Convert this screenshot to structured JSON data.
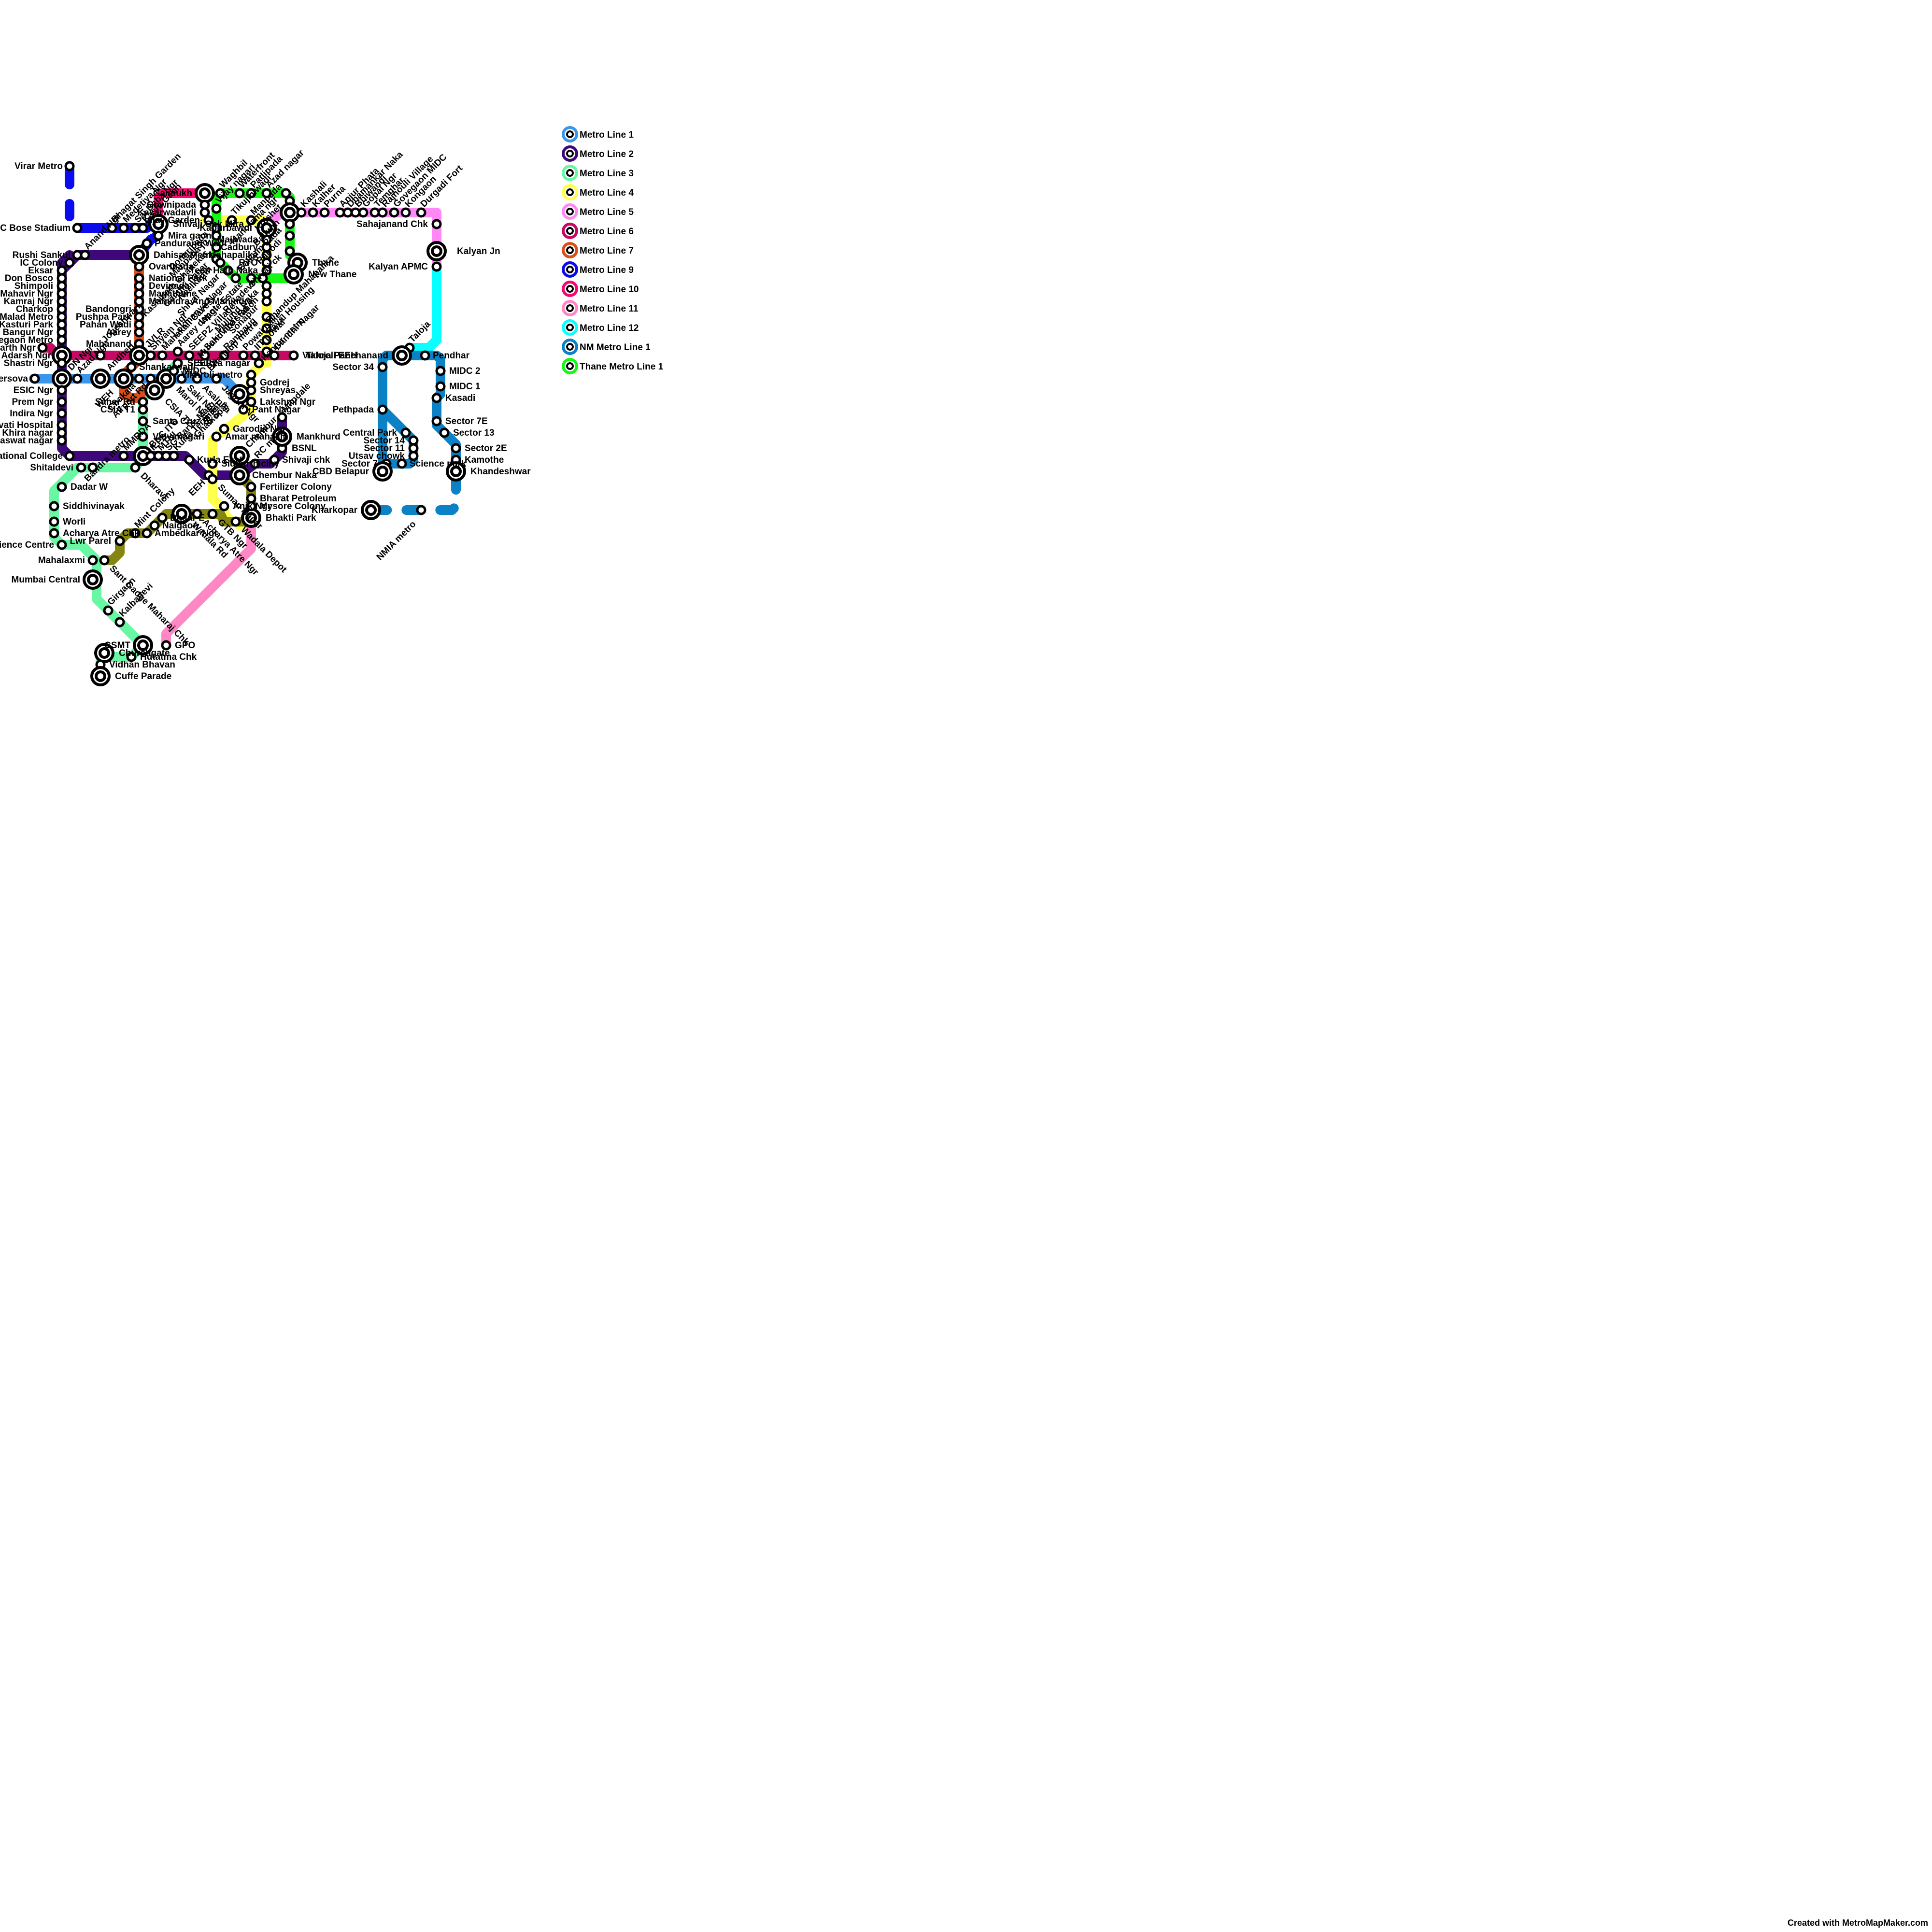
{
  "credit": "Created with MetroMapMaker.com",
  "lines": [
    {
      "id": "l1",
      "name": "Metro Line 1",
      "color": "#3b95ea"
    },
    {
      "id": "l2",
      "name": "Metro Line 2",
      "color": "#3e087a"
    },
    {
      "id": "l3",
      "name": "Metro Line 3",
      "color": "#69f7a4"
    },
    {
      "id": "l4",
      "name": "Metro Line 4",
      "color": "#ffff4d"
    },
    {
      "id": "l5",
      "name": "Metro Line 5",
      "color": "#ff87f6"
    },
    {
      "id": "l6",
      "name": "Metro Line 6",
      "color": "#c70865"
    },
    {
      "id": "l7",
      "name": "Metro Line 7",
      "color": "#d9501a"
    },
    {
      "id": "l9",
      "name": "Metro Line 9",
      "color": "#0b0bf0"
    },
    {
      "id": "l10",
      "name": "Metro Line 10",
      "color": "#f70871"
    },
    {
      "id": "l11",
      "name": "Metro Line 11",
      "color": "#ff87c5"
    },
    {
      "id": "l12",
      "name": "Metro Line 12",
      "color": "#08ffff"
    },
    {
      "id": "nm1",
      "name": "NM Metro Line 1",
      "color": "#0b82c6"
    },
    {
      "id": "tm1",
      "name": "Thane Metro Line 1",
      "color": "#16f716"
    },
    {
      "id": "mono",
      "name": "",
      "color": "#858512"
    }
  ],
  "stations": [
    {
      "name": "Virar Metro"
    },
    {
      "name": "Subhash C Bose Stadium"
    },
    {
      "name": "Bhagat Singh Garden"
    },
    {
      "name": "Medetiya Ngr"
    },
    {
      "name": "Sai Baba Ngr"
    },
    {
      "name": "Kashi Gaon"
    },
    {
      "name": "Shivaji Chk Mira"
    },
    {
      "name": "Mira gaon"
    },
    {
      "name": "Pandurang Wadi"
    },
    {
      "name": "Dahisar Metro"
    },
    {
      "name": "Rushi Sankul"
    },
    {
      "name": "Anand Ngr"
    },
    {
      "name": "IC Colony"
    },
    {
      "name": "Eksar"
    },
    {
      "name": "Don Bosco"
    },
    {
      "name": "Shimpoli"
    },
    {
      "name": "Mahavir Ngr"
    },
    {
      "name": "Kamraj Ngr"
    },
    {
      "name": "Charkop"
    },
    {
      "name": "Malad Metro"
    },
    {
      "name": "Kasturi Park"
    },
    {
      "name": "Bangur Ngr"
    },
    {
      "name": "Goregaon Metro"
    },
    {
      "name": "Swami Samarth Ngr"
    },
    {
      "name": "Adarsh Ngr"
    },
    {
      "name": "Shastri Ngr"
    },
    {
      "name": "DN Ngr"
    },
    {
      "name": "Versova"
    },
    {
      "name": "Azad Ngr"
    },
    {
      "name": "Andheri"
    },
    {
      "name": "ESIC Ngr"
    },
    {
      "name": "Prem Ngr"
    },
    {
      "name": "Indira Ngr"
    },
    {
      "name": "Nanavati Hospital"
    },
    {
      "name": "Khira nagar"
    },
    {
      "name": "Saraswat nagar"
    },
    {
      "name": "National College"
    },
    {
      "name": "Ovaripada"
    },
    {
      "name": "National Park"
    },
    {
      "name": "Devipada"
    },
    {
      "name": "Magathane"
    },
    {
      "name": "Mahindra And Mahindra"
    },
    {
      "name": "Bandongri"
    },
    {
      "name": "Pushpa Park"
    },
    {
      "name": "Pahan Wadi"
    },
    {
      "name": "Aarey"
    },
    {
      "name": "Mahanand"
    },
    {
      "name": "Jogeshwari"
    },
    {
      "name": "JVLR"
    },
    {
      "name": "Shyam Ngr"
    },
    {
      "name": "Mahakali Caves"
    },
    {
      "name": "Aarey depot"
    },
    {
      "name": "SEEPZ Village"
    },
    {
      "name": "Saki Vihar Rd"
    },
    {
      "name": "Rambaug"
    },
    {
      "name": "Powai Lake"
    },
    {
      "name": "IIT powai"
    },
    {
      "name": "Gandhi Nagar"
    },
    {
      "name": "Vikhroli EEH"
    },
    {
      "name": "Shankarwadi"
    },
    {
      "name": "WEH"
    },
    {
      "name": "Chakala"
    },
    {
      "name": "Airport Rd"
    },
    {
      "name": "Marol Naka"
    },
    {
      "name": "Saki Naka"
    },
    {
      "name": "Asalpha"
    },
    {
      "name": "Jagruti Ngr"
    },
    {
      "name": "Ghatkopar"
    },
    {
      "name": "SEEPZ"
    },
    {
      "name": "MIDC"
    },
    {
      "name": "CSIA T2"
    },
    {
      "name": "Sahar Rd"
    },
    {
      "name": "CSIA T1"
    },
    {
      "name": "Santa Cruz E"
    },
    {
      "name": "Vidyanagari"
    },
    {
      "name": "BKC ITO"
    },
    {
      "name": "MMRDA"
    },
    {
      "name": "ILFS"
    },
    {
      "name": "MTNL"
    },
    {
      "name": "SG Barve Marg"
    },
    {
      "name": "Kurla Terminal"
    },
    {
      "name": "Kurla East"
    },
    {
      "name": "EEH"
    },
    {
      "name": "Chembur"
    },
    {
      "name": "Chembur Naka"
    },
    {
      "name": "RC marg"
    },
    {
      "name": "Shivaji chk"
    },
    {
      "name": "BSNL"
    },
    {
      "name": "Mankhurd"
    },
    {
      "name": "Mandale"
    },
    {
      "name": "Shitaldevi"
    },
    {
      "name": "Bandra metro"
    },
    {
      "name": "Dharavi"
    },
    {
      "name": "Dadar W"
    },
    {
      "name": "Siddhivinayak"
    },
    {
      "name": "Worli"
    },
    {
      "name": "Acharya Atre Chk"
    },
    {
      "name": "Science Centre"
    },
    {
      "name": "Mahalaxmi"
    },
    {
      "name": "Mumbai Central"
    },
    {
      "name": "Girgaon"
    },
    {
      "name": "Kalbadevi"
    },
    {
      "name": "CSMT"
    },
    {
      "name": "GPO"
    },
    {
      "name": "Churchgate"
    },
    {
      "name": "Hutatma Chk"
    },
    {
      "name": "Vidhan Bhavan"
    },
    {
      "name": "Cuffe Parade"
    },
    {
      "name": "Gaimukh"
    },
    {
      "name": "Gownipada"
    },
    {
      "name": "Kasarwadavli"
    },
    {
      "name": "Vijay Garden"
    },
    {
      "name": "Tikujiniwadi"
    },
    {
      "name": "Manpada"
    },
    {
      "name": "Kapurbawdi"
    },
    {
      "name": "Majiwada"
    },
    {
      "name": "Cadbury"
    },
    {
      "name": "Mahapalika"
    },
    {
      "name": "RTO"
    },
    {
      "name": "Teen Hath Naka"
    },
    {
      "name": "Railadevi"
    },
    {
      "name": "Mulund Naka"
    },
    {
      "name": "Mulund fire station"
    },
    {
      "name": "Sonapur"
    },
    {
      "name": "Bhandup metro"
    },
    {
      "name": "Bhandup Mahapalika"
    },
    {
      "name": "Naval Housing"
    },
    {
      "name": "Kanjur metro"
    },
    {
      "name": "Surya nagar"
    },
    {
      "name": "Vikhroli metro"
    },
    {
      "name": "Godrej"
    },
    {
      "name": "Shreyas"
    },
    {
      "name": "Lakshmi Ngr"
    },
    {
      "name": "Pant Nagar"
    },
    {
      "name": "Garodia Ngr"
    },
    {
      "name": "Amar mahal jn"
    },
    {
      "name": "Sidharth clny"
    },
    {
      "name": "Suman Nagar"
    },
    {
      "name": "Anik Ngr"
    },
    {
      "name": "Wadala Depot"
    },
    {
      "name": "Bhakti Park"
    },
    {
      "name": "Mysore Colony"
    },
    {
      "name": "Bharat Petroleum"
    },
    {
      "name": "Fertilizer Colony"
    },
    {
      "name": "GTB Ngr"
    },
    {
      "name": "Acharya Atre Ngr"
    },
    {
      "name": "Wadala Rd"
    },
    {
      "name": "Dadar E"
    },
    {
      "name": "Naigaon"
    },
    {
      "name": "Ambedkar Ngr"
    },
    {
      "name": "Mint Colony"
    },
    {
      "name": "Lwr Parel"
    },
    {
      "name": "Sant Gadge Maharaj Chk"
    },
    {
      "name": "Waghbil"
    },
    {
      "name": "Vijay nagari"
    },
    {
      "name": "Waterfront"
    },
    {
      "name": "Patlipada"
    },
    {
      "name": "Azad nagar"
    },
    {
      "name": "Manorama ngr"
    },
    {
      "name": "Kolshet"
    },
    {
      "name": "Balkum"
    },
    {
      "name": "Balkum Pada"
    },
    {
      "name": "Rabodi"
    },
    {
      "name": "Shivaji ck"
    },
    {
      "name": "Thane"
    },
    {
      "name": "New Thane"
    },
    {
      "name": "Dongripada"
    },
    {
      "name": "Manpada jn"
    },
    {
      "name": "Kashinath Ghanekar"
    },
    {
      "name": "Gandhi nagar"
    },
    {
      "name": "Neelkanth"
    },
    {
      "name": "Shivai Nagar"
    },
    {
      "name": "Lokmanya Nagar"
    },
    {
      "name": "Wagle Estate"
    },
    {
      "name": "Kashali"
    },
    {
      "name": "Kalher"
    },
    {
      "name": "Purna"
    },
    {
      "name": "Anjur Phata"
    },
    {
      "name": "Dhamankar Naka"
    },
    {
      "name": "Bhiwandi"
    },
    {
      "name": "Gopal Ngr"
    },
    {
      "name": "Temghar"
    },
    {
      "name": "Rajnouli Village"
    },
    {
      "name": "Govegaon MIDC"
    },
    {
      "name": "Kongaon"
    },
    {
      "name": "Durgadi Fort"
    },
    {
      "name": "Sahajanand Chk"
    },
    {
      "name": "Kalyan Jn"
    },
    {
      "name": "Kalyan APMC"
    },
    {
      "name": "Taloja"
    },
    {
      "name": "Taloja Panchanand"
    },
    {
      "name": "Pendhar"
    },
    {
      "name": "Sector 34"
    },
    {
      "name": "MIDC 2"
    },
    {
      "name": "MIDC 1"
    },
    {
      "name": "Kasadi"
    },
    {
      "name": "Pethpada"
    },
    {
      "name": "Sector 7E"
    },
    {
      "name": "Central Park"
    },
    {
      "name": "Sector 13"
    },
    {
      "name": "Sector 14"
    },
    {
      "name": "Sector 11"
    },
    {
      "name": "Sector 2E"
    },
    {
      "name": "Utsav chowk"
    },
    {
      "name": "Kamothe"
    },
    {
      "name": "Sector 7"
    },
    {
      "name": "Science park"
    },
    {
      "name": "CBD Belapur"
    },
    {
      "name": "Khandeshwar"
    },
    {
      "name": "Kharkopar"
    },
    {
      "name": "NMIA metro"
    }
  ]
}
